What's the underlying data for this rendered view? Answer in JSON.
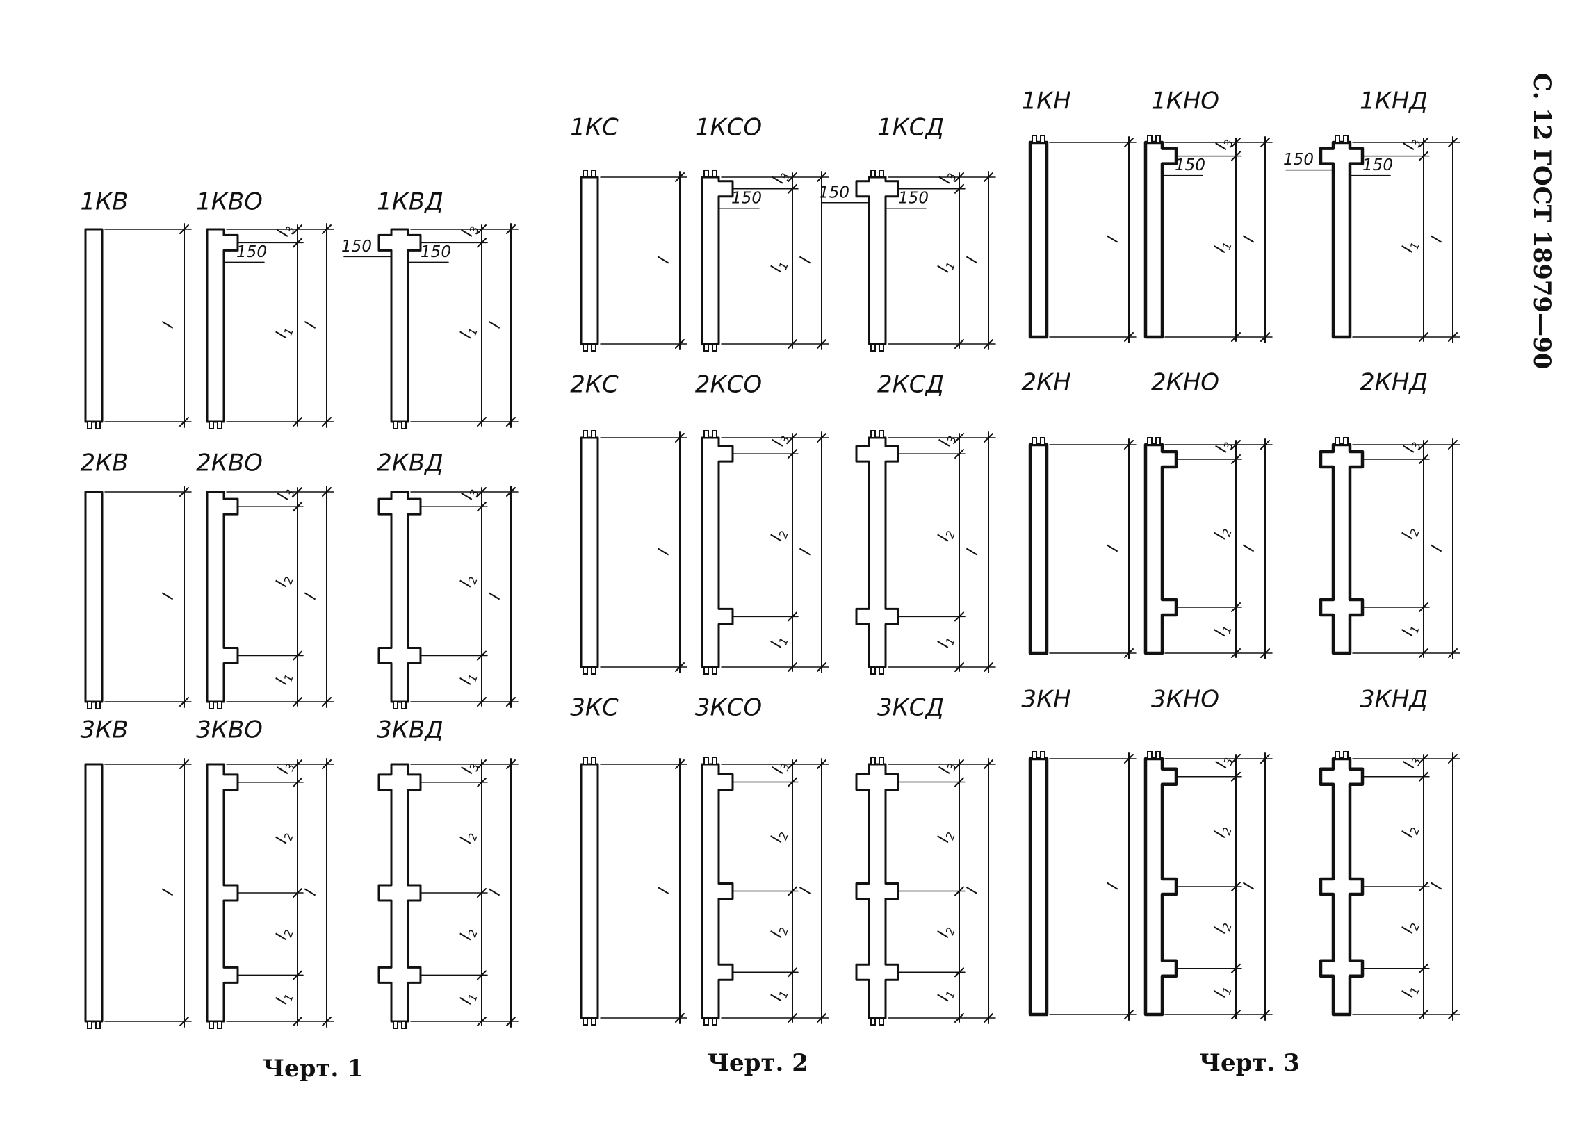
{
  "header": "С. 12 ГОСТ 18979—90",
  "captions": [
    "Черт. 1",
    "Черт. 2",
    "Черт. 3"
  ],
  "dimension_symbols": {
    "full": "l",
    "l1": "l1",
    "l2": "l2",
    "l3": "l3",
    "width_150": "150"
  },
  "figures": [
    {
      "caption": "Черт. 1",
      "marks": [
        [
          "1КВ",
          "1КВО",
          "1КВД"
        ],
        [
          "2КВ",
          "2КВО",
          "2КВД"
        ],
        [
          "3КВ",
          "3КВО",
          "3КВД"
        ]
      ]
    },
    {
      "caption": "Черт. 2",
      "marks": [
        [
          "1КС",
          "1КСО",
          "1КСД"
        ],
        [
          "2КС",
          "2КСО",
          "2КСД"
        ],
        [
          "3КС",
          "3КСО",
          "3КСД"
        ]
      ]
    },
    {
      "caption": "Черт. 3",
      "marks": [
        [
          "1КН",
          "1КНО",
          "1КНД"
        ],
        [
          "2КН",
          "2КНО",
          "2КНД"
        ],
        [
          "3КН",
          "3КНО",
          "3КНД"
        ]
      ]
    }
  ]
}
